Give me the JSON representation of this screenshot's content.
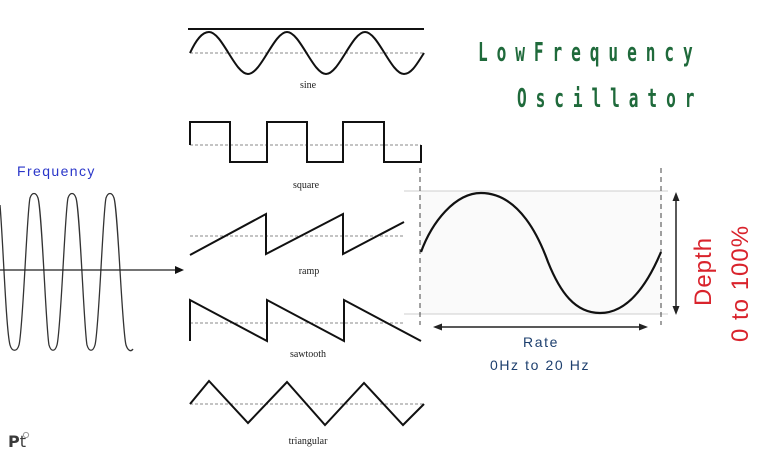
{
  "title": {
    "line1": "LowFrequency",
    "line2": "Oscillator",
    "color": "#1f6a3b"
  },
  "input": {
    "label": "Frequency",
    "label_color": "#2a36c9"
  },
  "waveforms": [
    {
      "name": "sine",
      "label": "sine"
    },
    {
      "name": "square",
      "label": "square"
    },
    {
      "name": "ramp",
      "label": "ramp"
    },
    {
      "name": "sawtooth",
      "label": "sawtooth"
    },
    {
      "name": "triangular",
      "label": "triangular"
    }
  ],
  "output": {
    "rate_label": "Rate",
    "rate_range": "0Hz to 20 Hz",
    "rate_color": "#1d3f6e",
    "depth_label": "Depth",
    "depth_range": "0 to 100%",
    "depth_color": "#d9232c"
  },
  "logo": {
    "text_p": "P",
    "text_t": "t"
  }
}
